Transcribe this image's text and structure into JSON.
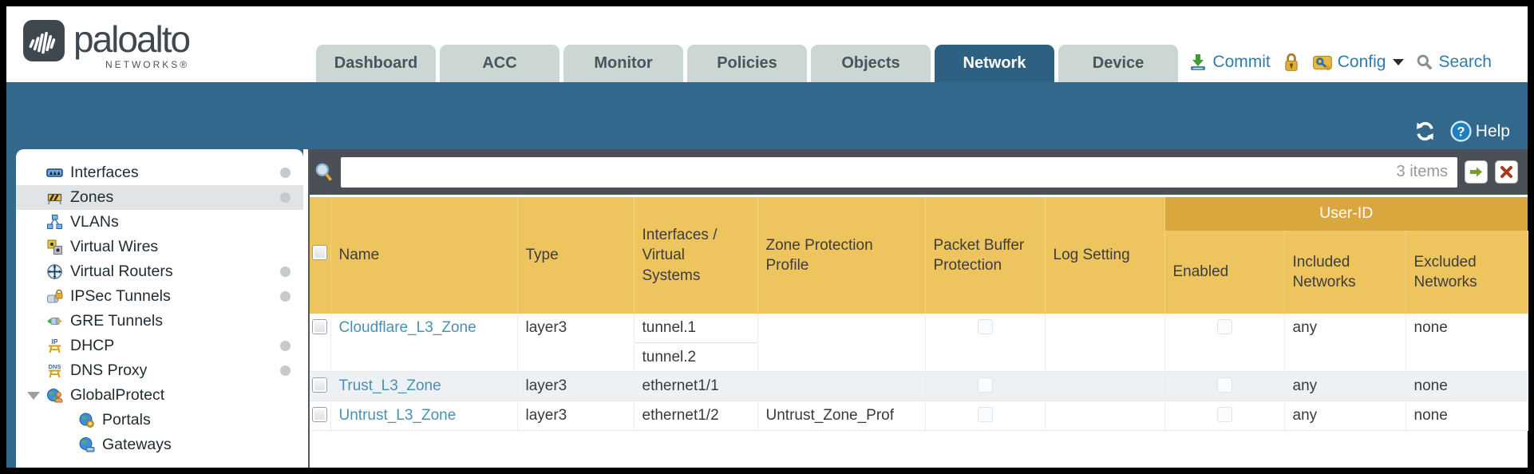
{
  "brand": {
    "name": "paloalto",
    "subname": "NETWORKS®"
  },
  "nav": {
    "tabs": [
      {
        "label": "Dashboard"
      },
      {
        "label": "ACC"
      },
      {
        "label": "Monitor"
      },
      {
        "label": "Policies"
      },
      {
        "label": "Objects"
      },
      {
        "label": "Network",
        "selected": true
      },
      {
        "label": "Device"
      }
    ]
  },
  "header_actions": {
    "commit": "Commit",
    "config": "Config",
    "search": "Search"
  },
  "band": {
    "help_label": "Help",
    "help_glyph": "?"
  },
  "sidebar": {
    "items": [
      {
        "label": "Interfaces",
        "dot": true
      },
      {
        "label": "Zones",
        "dot": true,
        "selected": true
      },
      {
        "label": "VLANs"
      },
      {
        "label": "Virtual Wires"
      },
      {
        "label": "Virtual Routers",
        "dot": true
      },
      {
        "label": "IPSec Tunnels",
        "dot": true
      },
      {
        "label": "GRE Tunnels"
      },
      {
        "label": "DHCP",
        "dot": true
      },
      {
        "label": "DNS Proxy",
        "dot": true
      },
      {
        "label": "GlobalProtect",
        "expanded": true
      },
      {
        "label": "Portals",
        "child": true
      },
      {
        "label": "Gateways",
        "child": true
      }
    ]
  },
  "icons": {
    "dhcp_glyph": "IP",
    "dns_glyph": "DNS"
  },
  "toolbar": {
    "count": "3 items",
    "filter_value": ""
  },
  "table": {
    "group_header": "User-ID",
    "headers": {
      "name": "Name",
      "type": "Type",
      "interfaces": "Interfaces / Virtual Systems",
      "zone_protection": "Zone Protection Profile",
      "packet_buffer": "Packet Buffer Protection",
      "log_setting": "Log Setting",
      "enabled": "Enabled",
      "included": "Included Networks",
      "excluded": "Excluded Networks"
    },
    "rows": [
      {
        "name": "Cloudflare_L3_Zone",
        "type": "layer3",
        "interfaces": [
          "tunnel.1",
          "tunnel.2"
        ],
        "zone_protection": "",
        "log_setting": "",
        "included": "any",
        "excluded": "none"
      },
      {
        "name": "Trust_L3_Zone",
        "type": "layer3",
        "interfaces": [
          "ethernet1/1"
        ],
        "zone_protection": "",
        "log_setting": "",
        "included": "any",
        "excluded": "none"
      },
      {
        "name": "Untrust_L3_Zone",
        "type": "layer3",
        "interfaces": [
          "ethernet1/2"
        ],
        "zone_protection": "Untrust_Zone_Prof",
        "log_setting": "",
        "included": "any",
        "excluded": "none"
      }
    ]
  },
  "colors": {
    "accent_teal": "#31688c",
    "header_orange": "#eec45f",
    "userid_band": "#d9a73e",
    "link_blue": "#4a90b2"
  }
}
